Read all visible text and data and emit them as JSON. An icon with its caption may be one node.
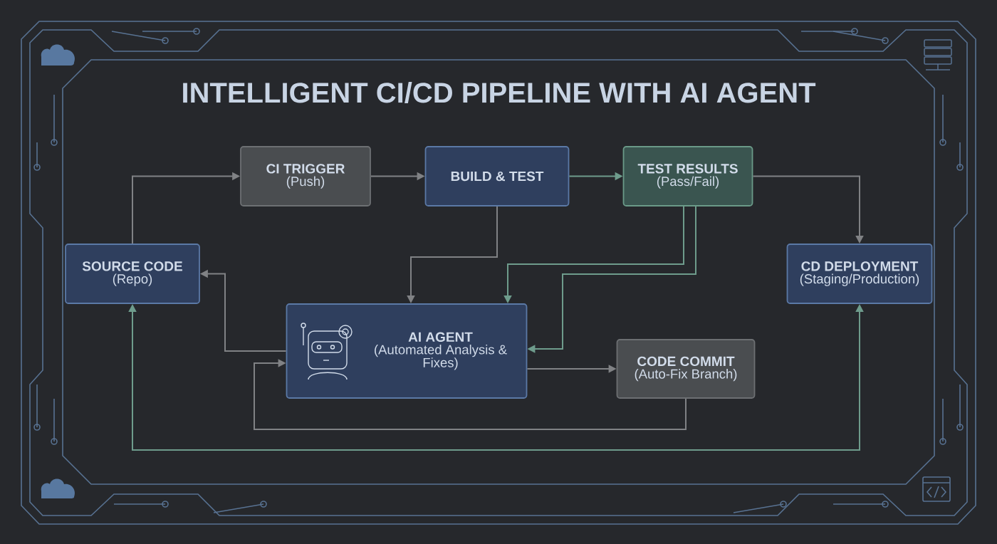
{
  "diagram": {
    "title": "INTELLIGENT CI/CD PIPELINE WITH AI AGENT",
    "nodes": [
      {
        "text": [
          "CI TRIGGER",
          "(Push)"
        ]
      },
      {
        "text": [
          "BUILD & TEST"
        ]
      },
      {
        "text": [
          "TEST RESULTS",
          "(Pass/Fail)"
        ]
      },
      {
        "text": [
          "SOURCE CODE",
          "(Repo)"
        ]
      },
      {
        "text": [
          "CD DEPLOYMENT",
          "(Staging/Production)"
        ]
      },
      {
        "text": [
          "AI AGENT",
          "(Automated Analysis & Fixes)"
        ]
      },
      {
        "text": [
          "CODE COMMIT",
          "(Auto-Fix Branch)"
        ]
      }
    ],
    "edges": [
      {
        "from": 3,
        "to": 0,
        "arrow": "to"
      },
      {
        "from": 0,
        "to": 1,
        "arrow": "to"
      },
      {
        "from": 1,
        "to": 2,
        "arrow": "to",
        "color": "#6e9c8c"
      },
      {
        "from": 2,
        "to": 4,
        "arrow": "to"
      },
      {
        "from": 1,
        "to": 5,
        "arrow": "to"
      },
      {
        "from": 2,
        "to": 5,
        "arrow": "to",
        "color": "#6e9c8c"
      },
      {
        "from": 2,
        "to": 5,
        "arrow": "to",
        "color": "#6e9c8c"
      },
      {
        "from": 5,
        "to": 3,
        "arrow": "to"
      },
      {
        "from": 5,
        "to": 6,
        "arrow": "to"
      },
      {
        "from": 6,
        "to": 5,
        "arrow": "to"
      },
      {
        "from": 3,
        "to": 4,
        "arrow": "both",
        "color": "#6e9c8c"
      }
    ]
  }
}
